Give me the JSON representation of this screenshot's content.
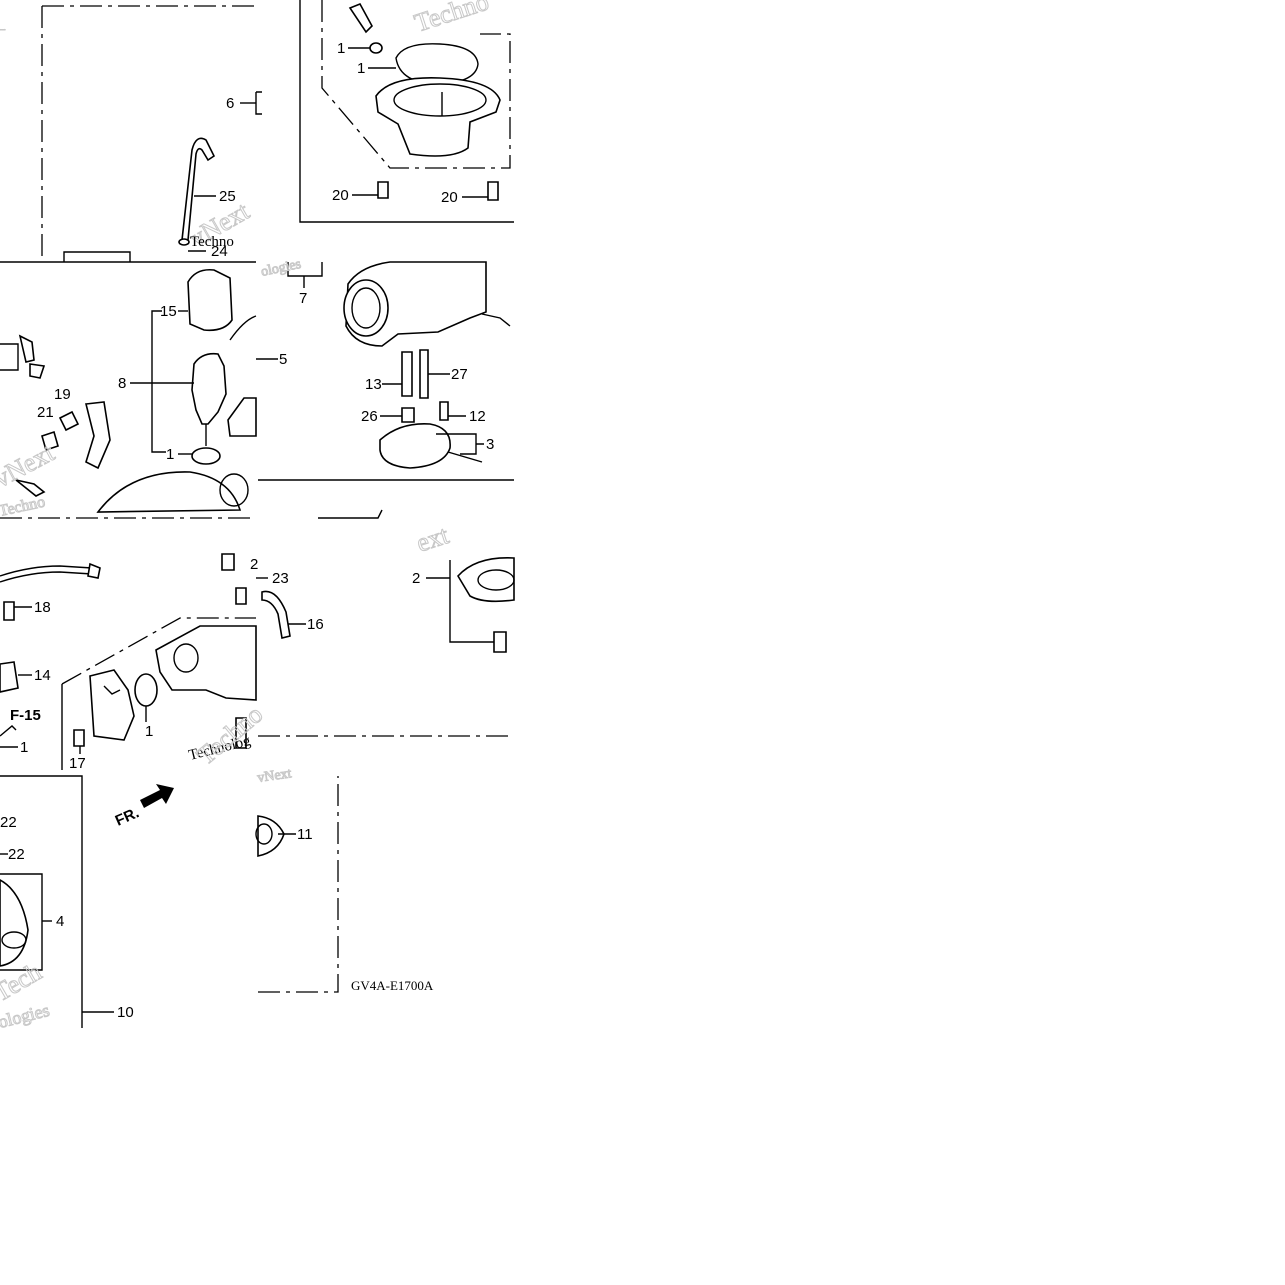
{
  "diagram": {
    "drawing_code": "GV4A-E1700A",
    "front_marker": "FR.",
    "reference": "F-15",
    "watermark_words": [
      "Techno",
      "vNext",
      "Techno",
      "ologies",
      "vNext",
      "Techno",
      "ext",
      "Technolog",
      "Techno",
      "vNext",
      "Tech",
      "ologies",
      "ext",
      "Technologies"
    ],
    "callouts": [
      {
        "id": "c1",
        "text": "1"
      },
      {
        "id": "c2",
        "text": "1"
      },
      {
        "id": "c3",
        "text": "6"
      },
      {
        "id": "c4",
        "text": "25"
      },
      {
        "id": "c5",
        "text": "24"
      },
      {
        "id": "c6",
        "text": "20"
      },
      {
        "id": "c7",
        "text": "20"
      },
      {
        "id": "c8",
        "text": "7"
      },
      {
        "id": "c9",
        "text": "15"
      },
      {
        "id": "c10",
        "text": "5"
      },
      {
        "id": "c11",
        "text": "8"
      },
      {
        "id": "c12",
        "text": "19"
      },
      {
        "id": "c13",
        "text": "21"
      },
      {
        "id": "c14",
        "text": "1"
      },
      {
        "id": "c15",
        "text": "13"
      },
      {
        "id": "c16",
        "text": "27"
      },
      {
        "id": "c17",
        "text": "26"
      },
      {
        "id": "c18",
        "text": "12"
      },
      {
        "id": "c19",
        "text": "3"
      },
      {
        "id": "c20",
        "text": "2"
      },
      {
        "id": "c21",
        "text": "23"
      },
      {
        "id": "c22",
        "text": "18"
      },
      {
        "id": "c23",
        "text": "16"
      },
      {
        "id": "c24",
        "text": "14"
      },
      {
        "id": "c25",
        "text": "2"
      },
      {
        "id": "c26",
        "text": "1"
      },
      {
        "id": "c27",
        "text": "1"
      },
      {
        "id": "c28",
        "text": "17"
      },
      {
        "id": "c29",
        "text": "22"
      },
      {
        "id": "c30",
        "text": "22"
      },
      {
        "id": "c31",
        "text": "11"
      },
      {
        "id": "c32",
        "text": "4"
      },
      {
        "id": "c33",
        "text": "10"
      }
    ]
  }
}
